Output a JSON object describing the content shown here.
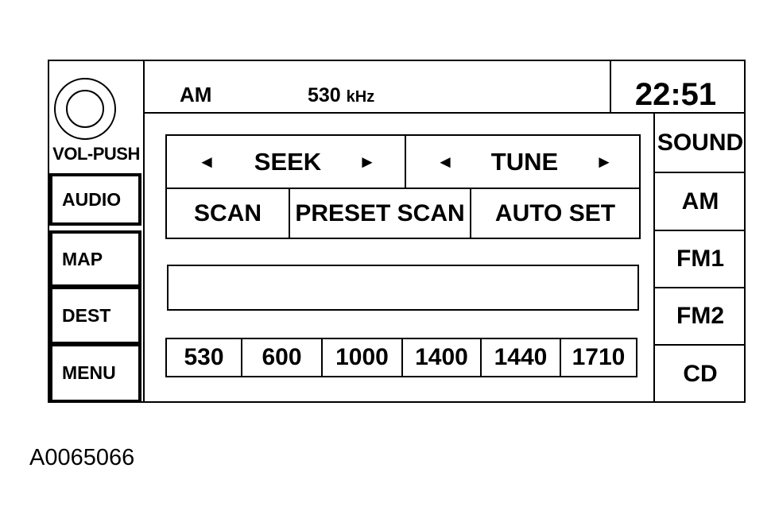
{
  "left_panel": {
    "volume_label": "VOL-PUSH",
    "buttons": [
      "AUDIO",
      "MAP",
      "DEST",
      "MENU"
    ]
  },
  "status_bar": {
    "band": "AM",
    "frequency": "530",
    "frequency_unit": "kHz",
    "clock": "22:51"
  },
  "controls": {
    "seek_label": "SEEK",
    "tune_label": "TUNE",
    "scan_label": "SCAN",
    "preset_scan_label": "PRESET SCAN",
    "auto_set_label": "AUTO SET",
    "left_arrow": "◄",
    "right_arrow": "►"
  },
  "presets": [
    "530",
    "600",
    "1000",
    "1400",
    "1440",
    "1710"
  ],
  "right_panel": {
    "buttons": [
      "SOUND",
      "AM",
      "FM1",
      "FM2",
      "CD"
    ]
  },
  "figure_id": "A0065066"
}
